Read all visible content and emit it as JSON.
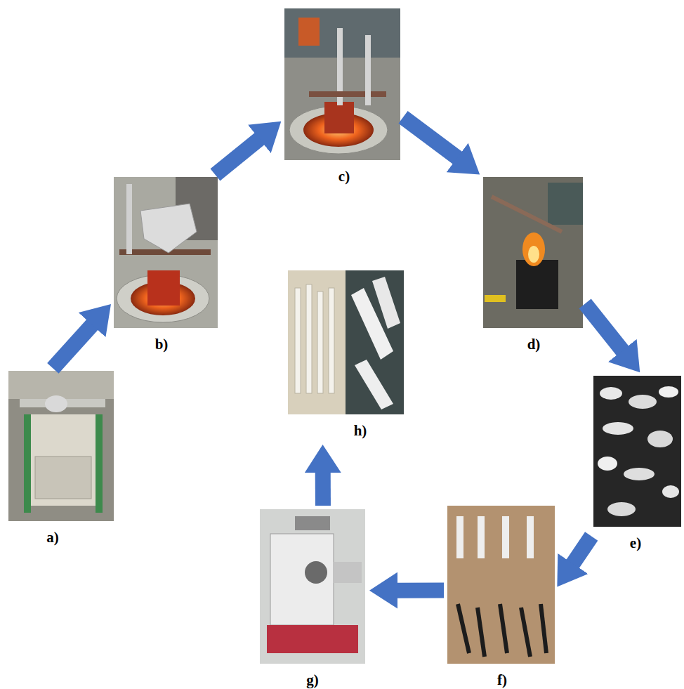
{
  "diagram": {
    "nodes": [
      {
        "text": [
          "a)"
        ]
      },
      {
        "text": [
          "b)"
        ]
      },
      {
        "text": [
          "c)"
        ]
      },
      {
        "text": [
          "d)"
        ]
      },
      {
        "text": [
          "e)"
        ]
      },
      {
        "text": [
          "f)"
        ]
      },
      {
        "text": [
          "g)"
        ]
      },
      {
        "text": [
          "h)"
        ]
      }
    ],
    "edges": [
      {
        "from": 0,
        "to": 1,
        "arrow": "to"
      },
      {
        "from": 1,
        "to": 2,
        "arrow": "to"
      },
      {
        "from": 2,
        "to": 3,
        "arrow": "to"
      },
      {
        "from": 3,
        "to": 4,
        "arrow": "to"
      },
      {
        "from": 4,
        "to": 5,
        "arrow": "to"
      },
      {
        "from": 5,
        "to": 6,
        "arrow": "to"
      },
      {
        "from": 6,
        "to": 7,
        "arrow": "to"
      }
    ]
  }
}
